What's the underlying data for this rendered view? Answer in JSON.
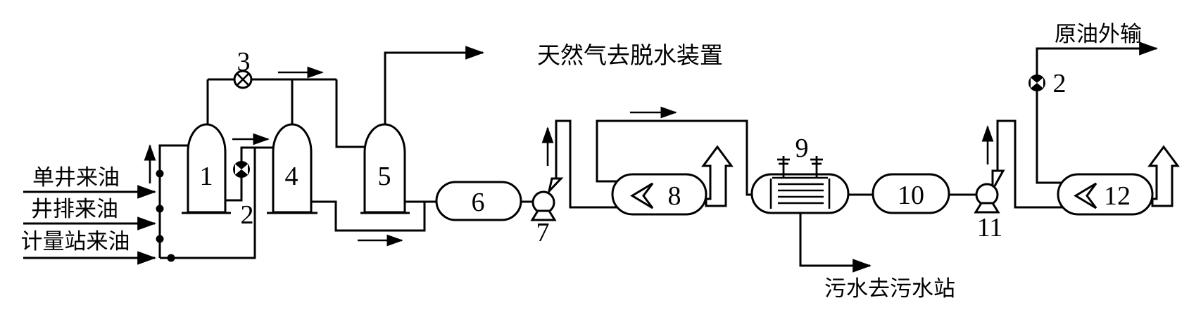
{
  "diagram": {
    "background": "#ffffff",
    "line_color": "#000000",
    "input_streams": [
      "单井来油",
      "井排来油",
      "计量站来油"
    ],
    "outlet_gas": "天然气去脱水装置",
    "outlet_oil": "原油外输",
    "outlet_water": "污水去污水站",
    "tags": {
      "vessel1": "1",
      "valve2": "2",
      "valve3": "3",
      "vessel4": "4",
      "vessel5": "5",
      "vessel6": "6",
      "pump7": "7",
      "heater8": "8",
      "dehydrator9": "9",
      "vessel10": "10",
      "pump11": "11",
      "heater12": "12",
      "valve2_export": "2"
    }
  }
}
